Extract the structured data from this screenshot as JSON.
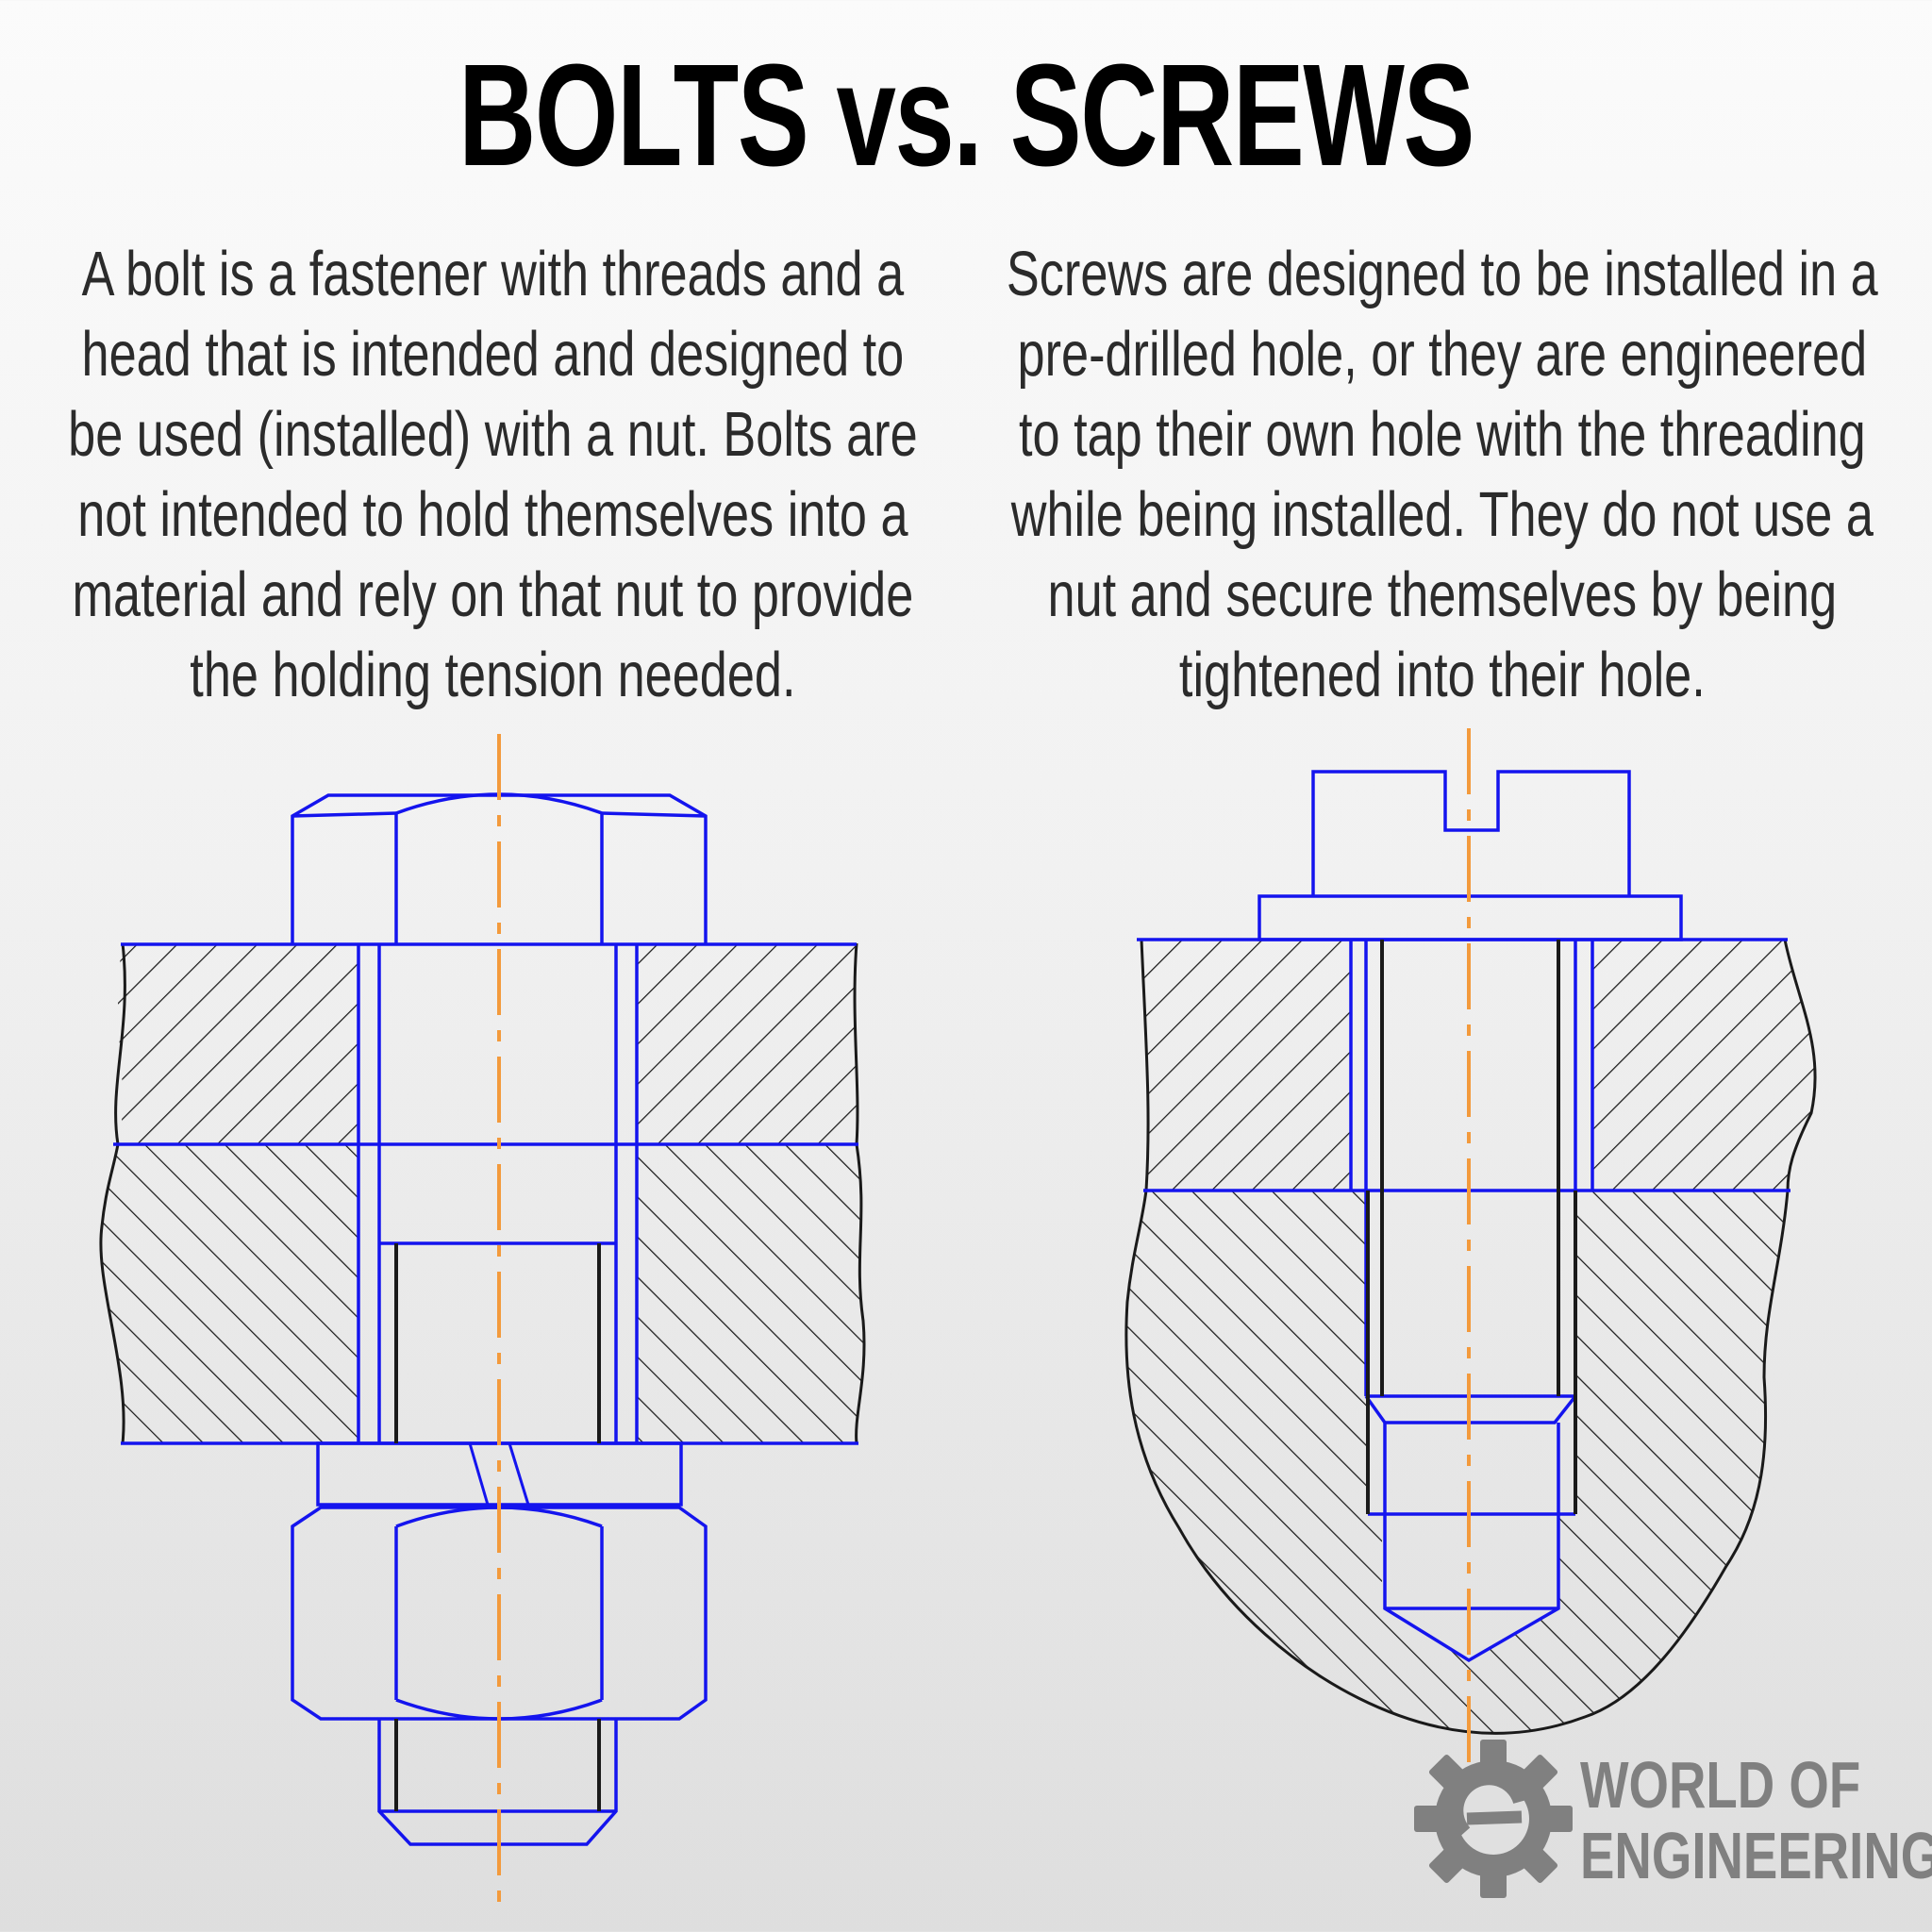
{
  "title": "BOLTS vs. SCREWS",
  "bolt": {
    "description": "A bolt is a fastener with threads and a head that is intended and designed to be used (installed) with a nut. Bolts are not intended to hold themselves into a material and rely on that nut to provide the holding tension needed."
  },
  "screw": {
    "description": "Screws are designed to be installed in a pre-drilled hole, or they are engineered to tap their own hole with the threading while being installed. They do not use a nut and secure themselves by being tightened into their hole."
  },
  "brand": {
    "line1": "WORLD OF",
    "line2": "ENGINEERING",
    "icon": "gear-icon"
  },
  "colors": {
    "outline": "#1414ee",
    "hatch": "#1a1a1a",
    "centerline": "#f39a3c",
    "logo": "#808080"
  }
}
